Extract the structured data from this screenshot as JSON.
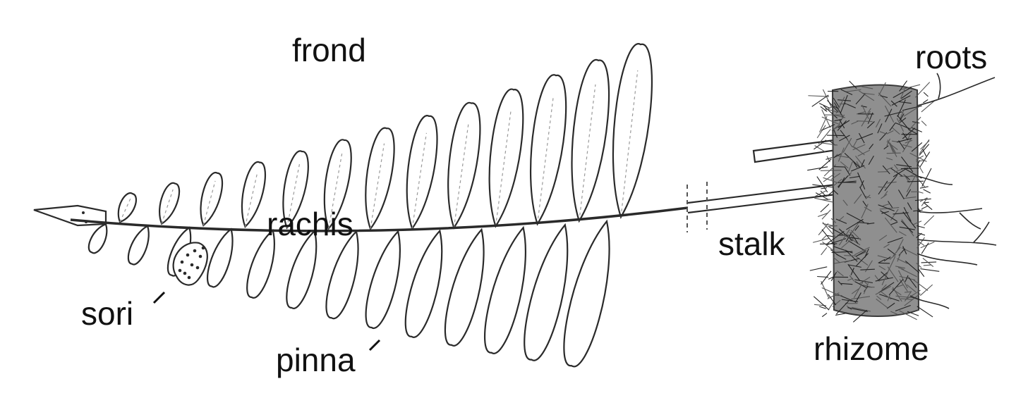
{
  "diagram": {
    "subject": "fern plant anatomy",
    "labels": {
      "frond": "frond",
      "roots": "roots",
      "rachis": "rachis",
      "stalk": "stalk",
      "sori": "sori",
      "pinna": "pinna",
      "rhizome": "rhizome"
    },
    "colors": {
      "ink": "#2a2a2a",
      "rhizome_dark": "#3a3a3a",
      "background": "#ffffff"
    }
  }
}
